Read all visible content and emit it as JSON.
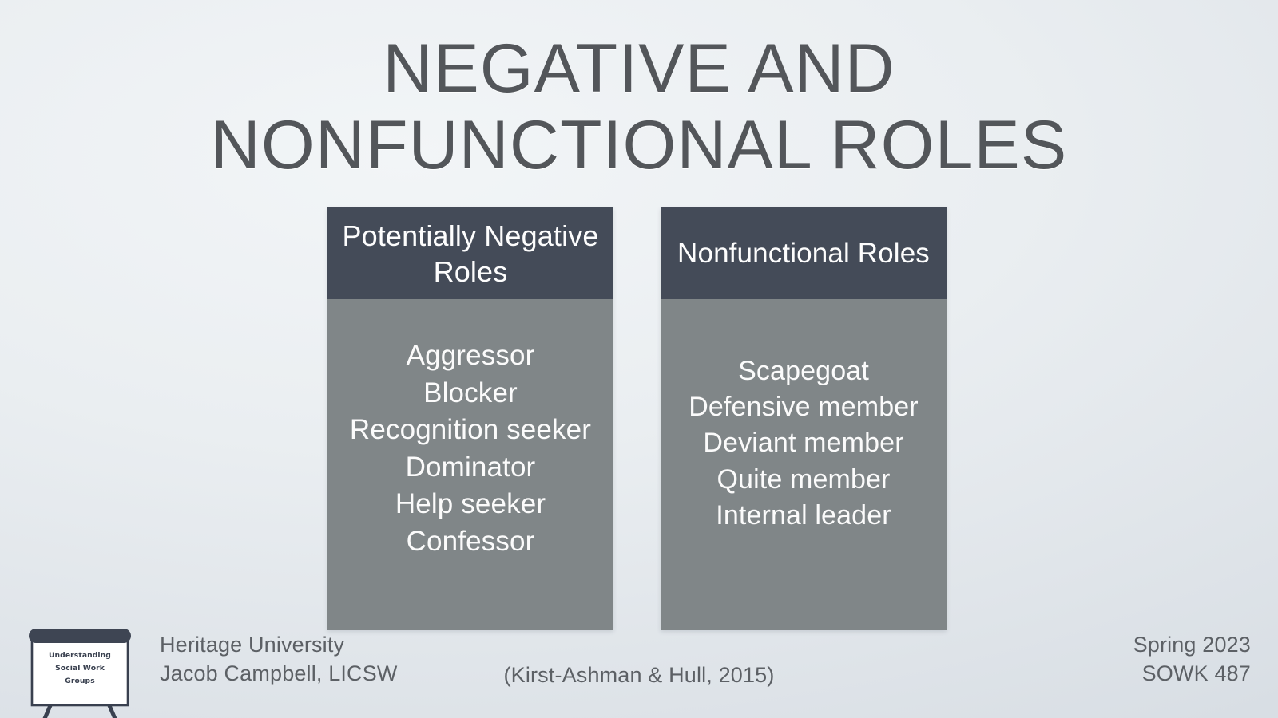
{
  "slide": {
    "title": "Negative and\nNonfunctional Roles",
    "title_color": "#53565a",
    "background_color": "#e6eaee"
  },
  "columns": [
    {
      "header": "Potentially Negative Roles",
      "header_color": "#444b58",
      "body_color": "#808688",
      "items": [
        "Aggressor",
        "Blocker",
        "Recognition seeker",
        "Dominator",
        "Help seeker",
        "Confessor"
      ]
    },
    {
      "header": "Nonfunctional Roles",
      "header_color": "#444b58",
      "body_color": "#808688",
      "items": [
        "Scapegoat",
        "Defensive member",
        "Deviant member",
        "Quite member",
        "Internal leader"
      ]
    }
  ],
  "footer": {
    "institution": "Heritage University",
    "presenter": "Jacob Campbell, LICSW",
    "citation": "(Kirst-Ashman & Hull, 2015)",
    "term": "Spring 2023",
    "course": "SOWK 487"
  },
  "logo": {
    "line1": "Understanding",
    "line2": "Social Work",
    "line3": "Groups"
  }
}
